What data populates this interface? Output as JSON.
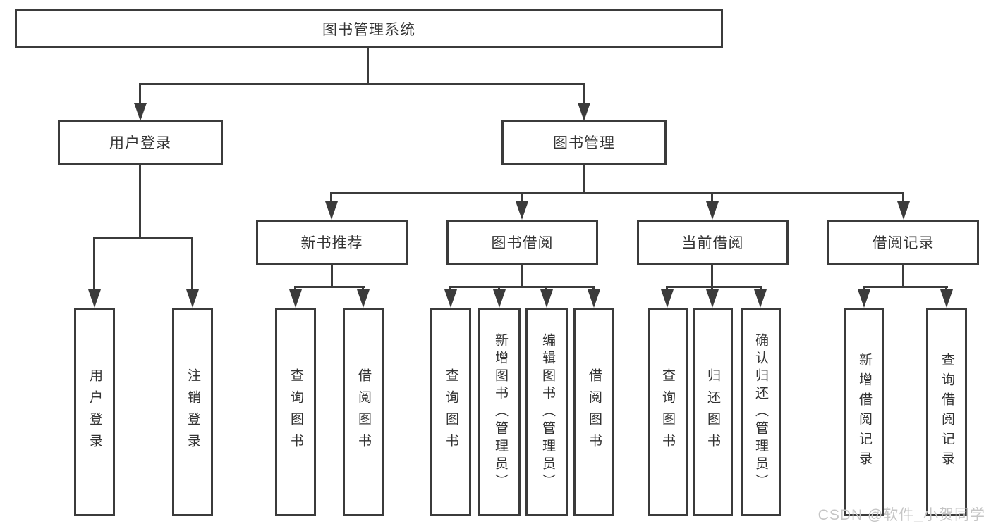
{
  "diagram": {
    "root": {
      "label": "图书管理系统"
    },
    "level2": {
      "user_login": {
        "label": "用户登录"
      },
      "book_management": {
        "label": "图书管理"
      }
    },
    "level3": {
      "new_book_recommend": {
        "label": "新书推荐"
      },
      "book_borrow": {
        "label": "图书借阅"
      },
      "current_borrow": {
        "label": "当前借阅"
      },
      "borrow_records": {
        "label": "借阅记录"
      }
    },
    "leaves": {
      "user_login_children": [
        "用户登录",
        "注销登录"
      ],
      "new_book_children": [
        "查询图书",
        "借阅图书"
      ],
      "book_borrow_children": [
        "查询图书",
        "新增图书（管理员）",
        "编辑图书（管理员）",
        "借阅图书"
      ],
      "current_borrow_children": [
        "查询图书",
        "归还图书",
        "确认归还（管理员）"
      ],
      "borrow_records_children": [
        "新增借阅记录",
        "查询借阅记录"
      ]
    }
  },
  "watermark": {
    "text": "CSDN @软件_小贺同学"
  },
  "colors": {
    "line": "#3b3b3b",
    "box_background": "#ffffff",
    "text": "#333333",
    "watermark": "#c5c5c5"
  }
}
